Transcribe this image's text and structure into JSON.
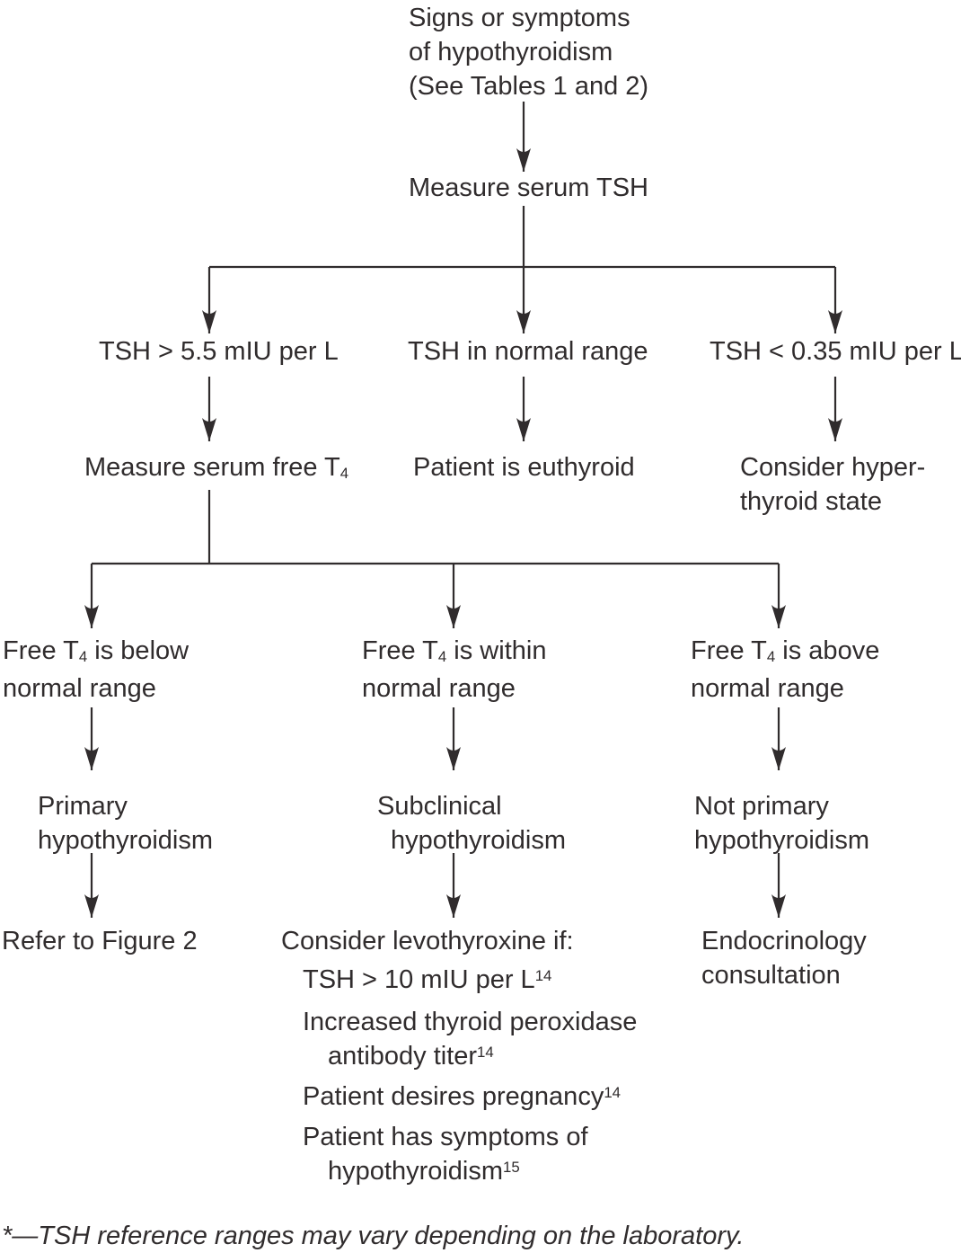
{
  "colors": {
    "text": "#302c2d",
    "line": "#302c2d",
    "background": "#ffffff"
  },
  "nodes": {
    "start": {
      "lines": [
        "Signs or symptoms",
        "of hypothyroidism",
        "(See Tables 1 and 2)"
      ]
    },
    "measure_tsh": {
      "text": "Measure serum TSH"
    },
    "tsh_high": {
      "text": "TSH > 5.5 mIU per L"
    },
    "tsh_normal": {
      "text": "TSH in normal range"
    },
    "tsh_low": {
      "text": "TSH < 0.35 mIU per L*"
    },
    "measure_ft4": {
      "pre": "Measure serum free T",
      "sub": "4"
    },
    "euthyroid": {
      "text": "Patient is euthyroid"
    },
    "hyperthyroid": {
      "line1": "Consider hyper-",
      "line2": "thyroid state"
    },
    "ft4_below": {
      "pre": "Free T",
      "sub": "4",
      "post": " is below",
      "line2": "normal range"
    },
    "ft4_within": {
      "pre": "Free T",
      "sub": "4",
      "post": " is within",
      "line2": "normal range"
    },
    "ft4_above": {
      "pre": "Free T",
      "sub": "4",
      "post": " is above",
      "line2": "normal range"
    },
    "primary": {
      "line1": "Primary",
      "line2": "hypothyroidism"
    },
    "subclinical": {
      "line1": "Subclinical",
      "line2": "hypothyroidism"
    },
    "not_primary": {
      "line1": "Not primary",
      "line2": "hypothyroidism"
    },
    "refer": {
      "text": "Refer to Figure 2"
    },
    "levo": {
      "heading": "Consider levothyroxine if:",
      "items": [
        {
          "line1": "TSH > 10 mIU per L",
          "sup1": "14"
        },
        {
          "line1": "Increased thyroid peroxidase",
          "line2": "antibody titer",
          "sup2": "14"
        },
        {
          "line1": "Patient desires pregnancy",
          "sup1": "14"
        },
        {
          "line1": "Patient has symptoms of",
          "line2": "hypothyroidism",
          "sup2": "15"
        }
      ]
    },
    "endocrinology": {
      "line1": "Endocrinology",
      "line2": "consultation"
    }
  },
  "footnote": "*—TSH reference ranges may vary depending on the laboratory."
}
